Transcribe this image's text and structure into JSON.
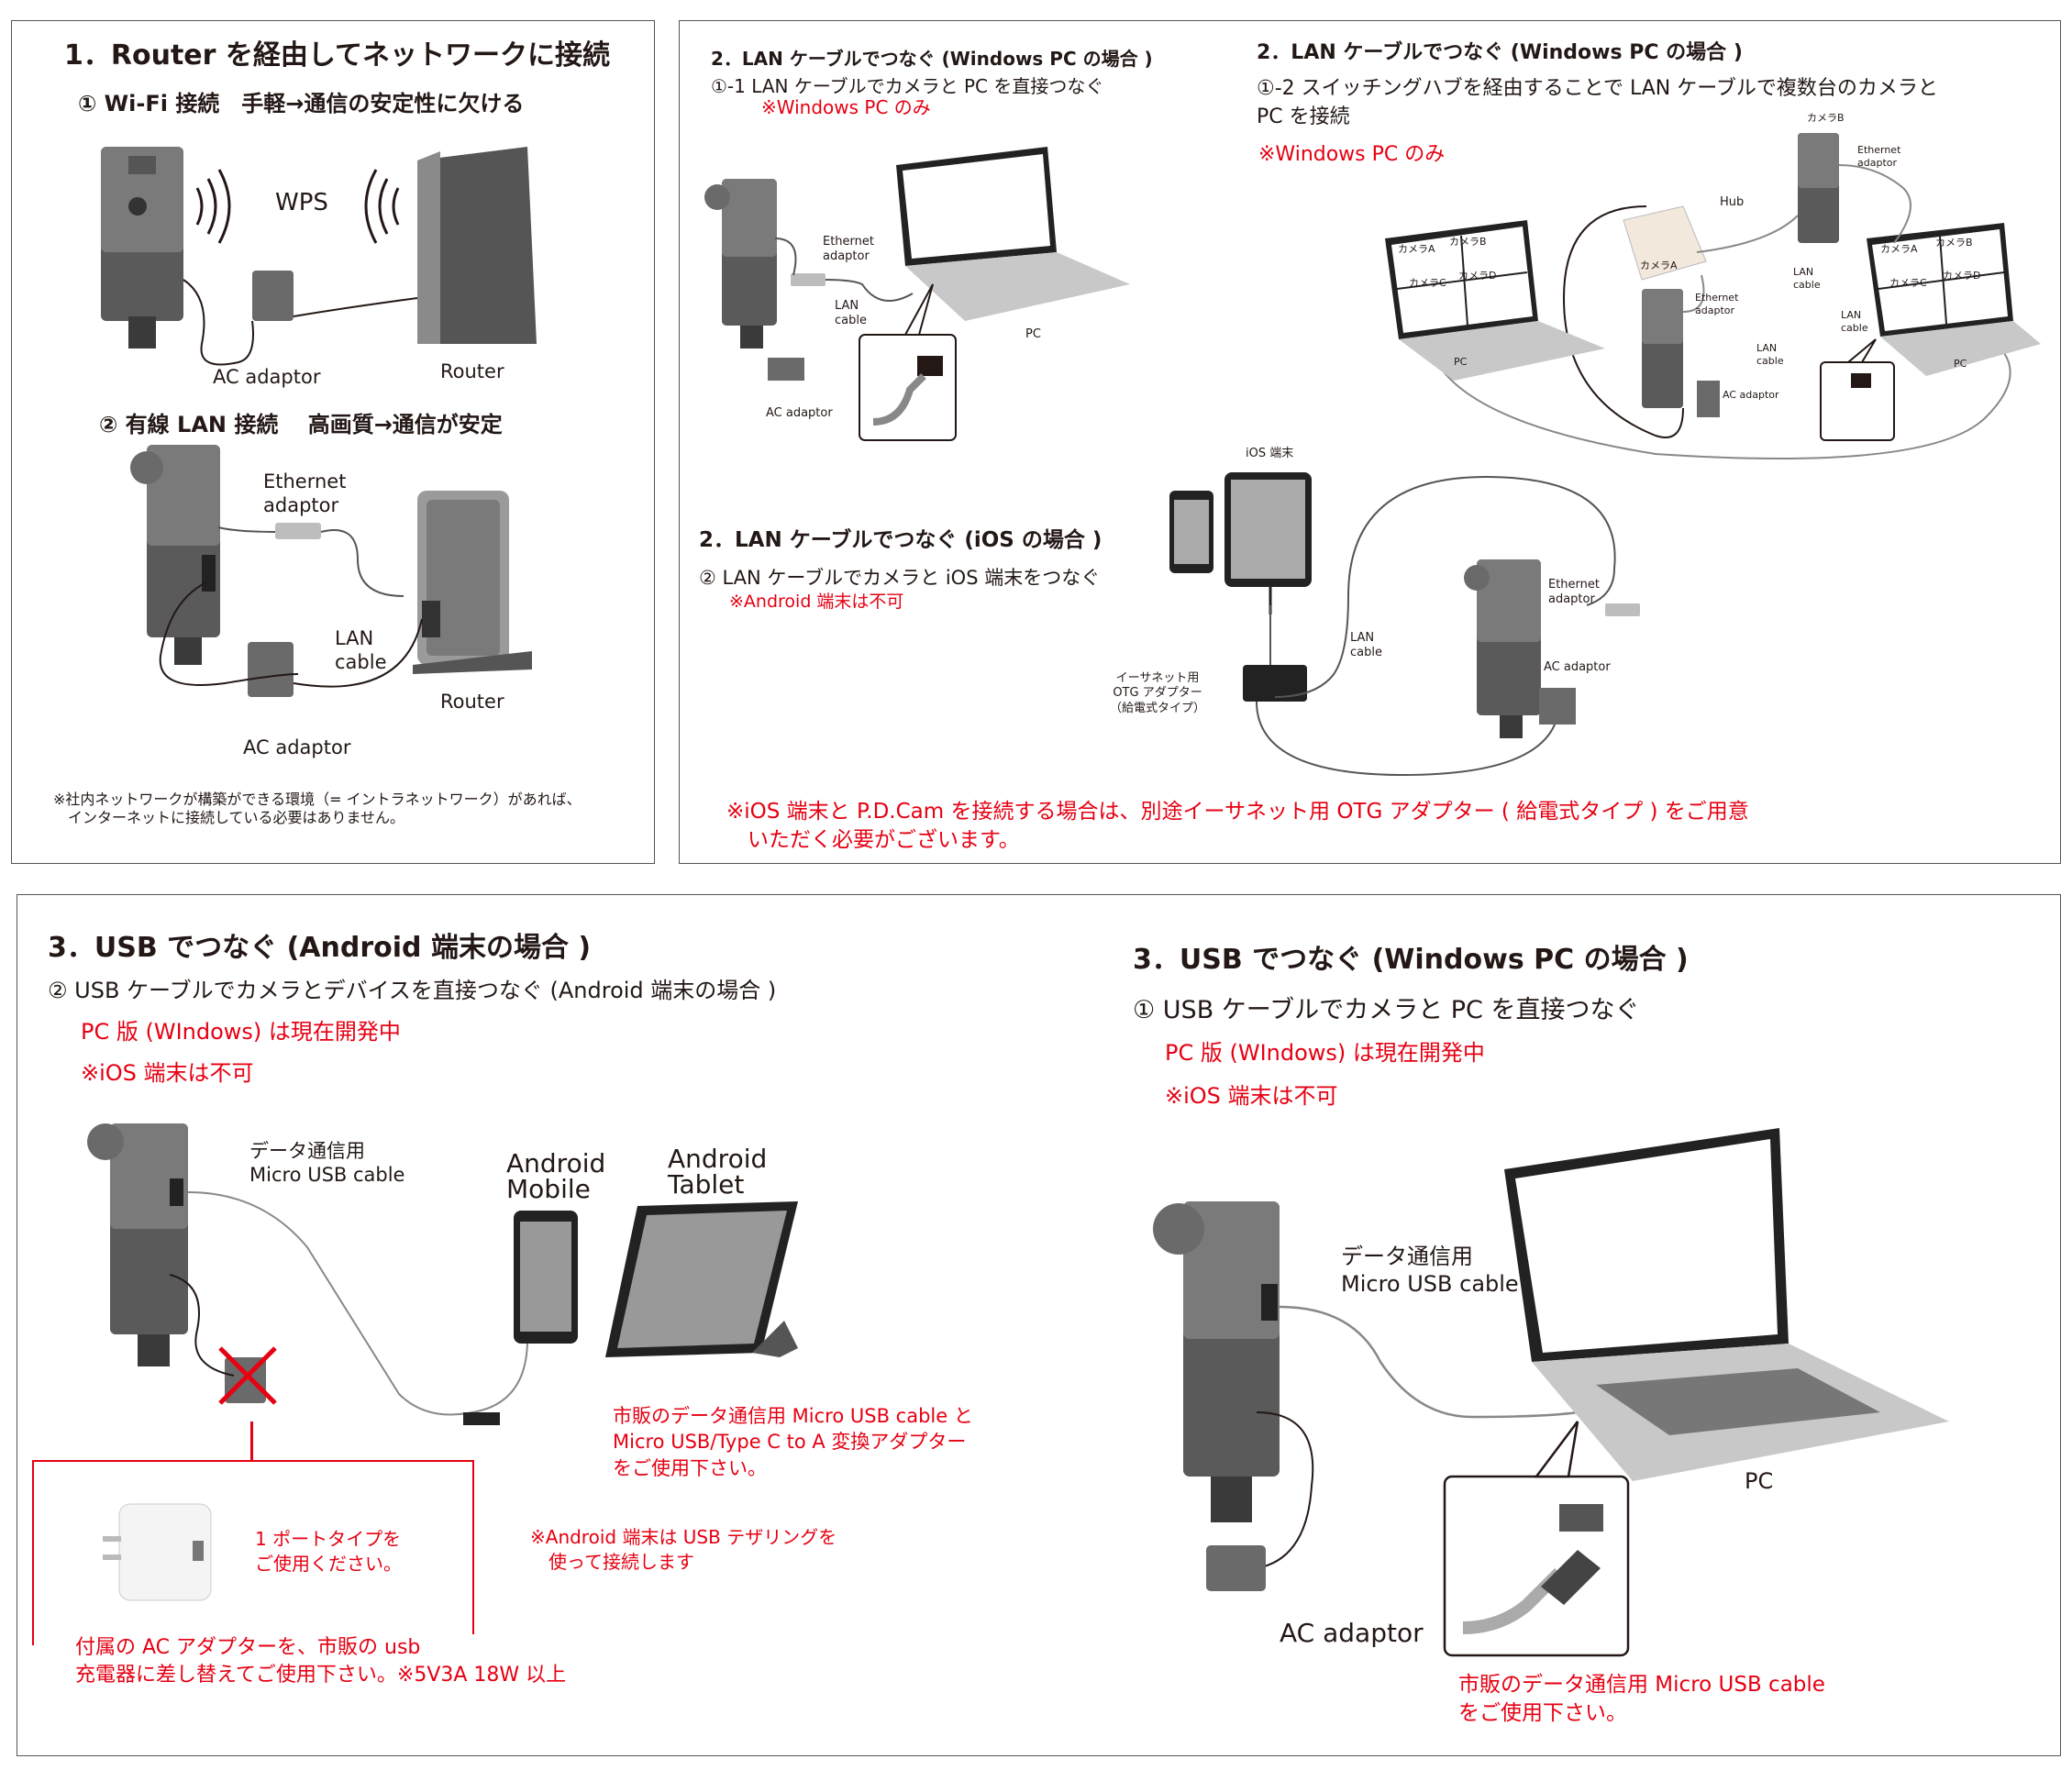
{
  "colors": {
    "red": "#e60012",
    "text": "#231815",
    "device_dark": "#4a4a4a",
    "device_mid": "#6a6a6a",
    "device_light": "#a8a8a8",
    "cable": "#231815"
  },
  "p1": {
    "title": "1．Router を経由してネットワークに接続",
    "wifi": "① Wi-Fi 接続　手軽→通信の安定性に欠ける",
    "wps": "WPS",
    "ac1": "AC adaptor",
    "router1": "Router",
    "wired": "② 有線 LAN 接続　 高画質→通信が安定",
    "eth": "Ethernet\nadaptor",
    "lan": "LAN\ncable",
    "router2": "Router",
    "ac2": "AC adaptor",
    "note": "※社内ネットワークが構築ができる環境（= イントラネットワーク）があれば、\n　インターネットに接続している必要はありません。"
  },
  "p2": {
    "a_title": "2．LAN ケーブルでつなぐ (Windows PC の場合 )",
    "a_sub": "①-1 LAN ケーブルでカメラと PC を直接つなぐ",
    "a_note": "※Windows PC のみ",
    "a_eth": "Ethernet\nadaptor",
    "a_lan": "LAN\ncable",
    "a_pc": "PC",
    "a_ac": "AC adaptor",
    "b_title": "2．LAN ケーブルでつなぐ (Windows PC の場合 )",
    "b_sub": "①-2 スイッチングハブを経由することで LAN ケーブルで複数台のカメラと\nPC を接続",
    "b_note": "※Windows PC のみ",
    "b_hub": "Hub",
    "b_camA": "カメラA",
    "b_camB": "カメラB",
    "b_camC": "カメラC",
    "b_camD": "カメラD",
    "b_eth1": "Ethernet\nadaptor",
    "b_eth2": "Ethernet\nadaptor",
    "b_lan1": "LAN\ncable",
    "b_lan2": "LAN\ncable",
    "b_lan3": "LAN\ncable",
    "b_ac": "AC adaptor",
    "b_pc1": "PC",
    "b_pc2": "PC",
    "c_title": "2．LAN ケーブルでつなぐ (iOS の場合 )",
    "c_sub": "② LAN ケーブルでカメラと iOS 端末をつなぐ",
    "c_note": "※Android 端末は不可",
    "c_ios": "iOS 端末",
    "c_lan": "LAN\ncable",
    "c_eth": "Ethernet\nadaptor",
    "c_ac": "AC adaptor",
    "c_otg": "イーサネット用\nOTG アダプター\n（給電式タイプ）",
    "c_bottom": "※iOS 端末と P.D.Cam を接続する場合は、別途イーサネット用 OTG アダプター ( 給電式タイプ ) をご用意\n　いただく必要がございます。"
  },
  "p3": {
    "title": "3．USB でつなぐ (Android 端末の場合 )",
    "sub": "② USB ケーブルでカメラとデバイスを直接つなぐ (Android 端末の場合 )",
    "red1": "PC 版 (WIndows) は現在開発中",
    "red2": "※iOS 端末は不可",
    "usb_label": "データ通信用\nMicro USB cable",
    "mobile": "Android\nMobile",
    "tablet": "Android\nTablet",
    "buy": "市販のデータ通信用 Micro USB cable と\nMicro USB/Type C to A 変換アダプター\nをご使用下さい。",
    "port": "1 ポートタイプを\nご使用ください。",
    "tether": "※Android 端末は USB テザリングを\n　使って接続します",
    "replace": "付属の AC アダプターを、市販の usb\n充電器に差し替えてご使用下さい。※5V3A 18W 以上"
  },
  "p4": {
    "title": "3．USB でつなぐ (Windows PC の場合 )",
    "sub": "① USB ケーブルでカメラと PC を直接つなぐ",
    "red1": "PC 版 (WIndows) は現在開発中",
    "red2": "※iOS 端末は不可",
    "usb_label": "データ通信用\nMicro USB cable",
    "pc": "PC",
    "ac": "AC adaptor",
    "buy": "市販のデータ通信用 Micro USB cable\nをご使用下さい。"
  }
}
